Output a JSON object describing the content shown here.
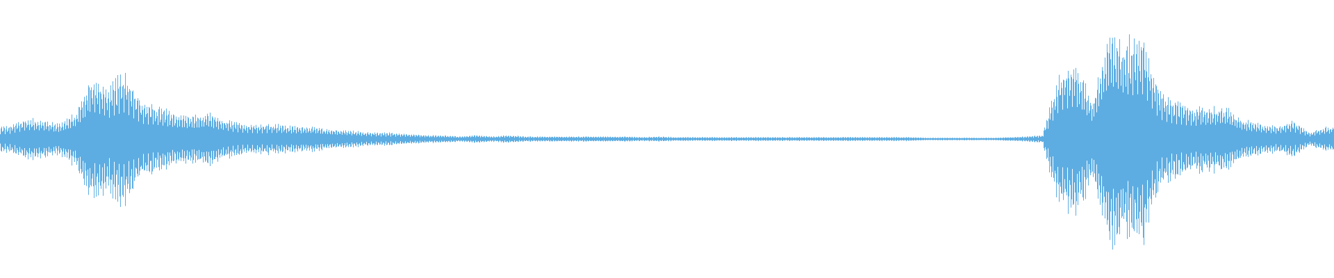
{
  "waveform": {
    "color": "#5dade2",
    "background": "#ffffff",
    "envelope": [
      0.1,
      0.16,
      0.15,
      0.12,
      0.2,
      0.5,
      0.4,
      0.55,
      0.3,
      0.25,
      0.2,
      0.18,
      0.2,
      0.15,
      0.12,
      0.12,
      0.12,
      0.1,
      0.1,
      0.08,
      0.07,
      0.06,
      0.05,
      0.05,
      0.04,
      0.03,
      0.03,
      0.02,
      0.03,
      0.02,
      0.03,
      0.02,
      0.02,
      0.02,
      0.02,
      0.02,
      0.02,
      0.02,
      0.015,
      0.02,
      0.015,
      0.015,
      0.015,
      0.015,
      0.015,
      0.015,
      0.015,
      0.015,
      0.015,
      0.015,
      0.015,
      0.015,
      0.015,
      0.015,
      0.015,
      0.01,
      0.01,
      0.01,
      0.01,
      0.01,
      0.015,
      0.02,
      0.03,
      0.55,
      0.6,
      0.3,
      0.9,
      0.75,
      0.85,
      0.4,
      0.3,
      0.25,
      0.25,
      0.25,
      0.15,
      0.12,
      0.1,
      0.15,
      0.05,
      0.1
    ]
  }
}
